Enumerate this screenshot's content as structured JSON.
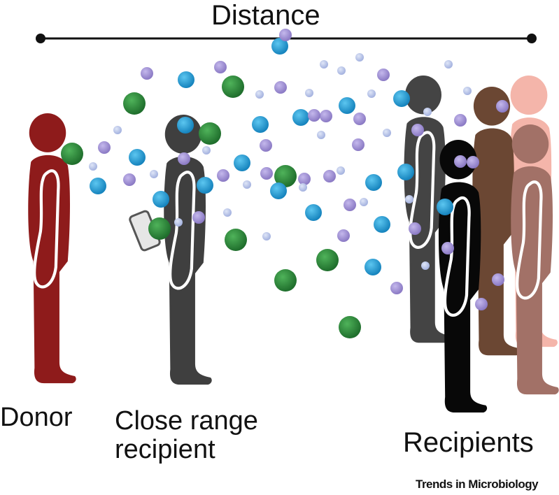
{
  "title": "Distance",
  "labels": {
    "donor": "Donor",
    "close_range_line1": "Close range",
    "close_range_line2": "recipient",
    "recipients": "Recipients"
  },
  "credit": "Trends in Microbiology",
  "colors": {
    "donor": "#8e1b1b",
    "close_recipient": "#3f3f3f",
    "recipient_dark_gray": "#444444",
    "recipient_black": "#080808",
    "recipient_brown": "#6b4733",
    "recipient_pink": "#f4b5aa",
    "recipient_mauve": "#a27167",
    "droplet_green": "#2f8a3f",
    "droplet_blue": "#2aa3dc",
    "droplet_purple": "#a393d5",
    "droplet_light": "#b9c4e6"
  },
  "icons": [
    "donor-person-icon",
    "close-recipient-person-icon",
    "phone-icon",
    "recipient-person-icon",
    "distance-arrow-icon",
    "droplet-icon"
  ]
}
